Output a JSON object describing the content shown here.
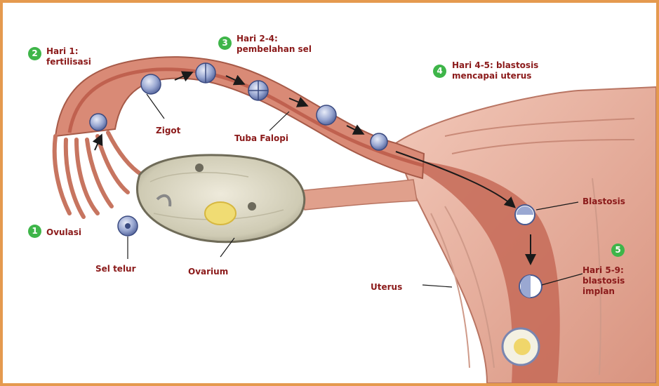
{
  "steps": [
    {
      "number": "1",
      "label_line1": "Ovulasi",
      "label_line2": ""
    },
    {
      "number": "2",
      "label_line1": "Hari 1:",
      "label_line2": "fertilisasi"
    },
    {
      "number": "3",
      "label_line1": "Hari 2-4:",
      "label_line2": "pembelahan sel"
    },
    {
      "number": "4",
      "label_line1": "Hari 4-5: blastosis",
      "label_line2": "mencapai uterus"
    },
    {
      "number": "5",
      "label_line1": "Hari 5-9:",
      "label_line2": "blastosis",
      "label_line3": "implan"
    }
  ],
  "parts": {
    "zigot": "Zigot",
    "tuba_falopi": "Tuba Falopi",
    "sel_telur": "Sel telur",
    "ovarium": "Ovarium",
    "uterus": "Uterus",
    "blastosis": "Blastosis"
  },
  "colors": {
    "border": "#e59a4f",
    "label_text": "#8b1a1a",
    "step_badge": "#3eb549",
    "tube": "#d98a76",
    "tube_inner": "#c46a58",
    "uterus_wall": "#e8b3a3",
    "ovary": "#d8d6c4",
    "cell": "#8c9bc8"
  }
}
